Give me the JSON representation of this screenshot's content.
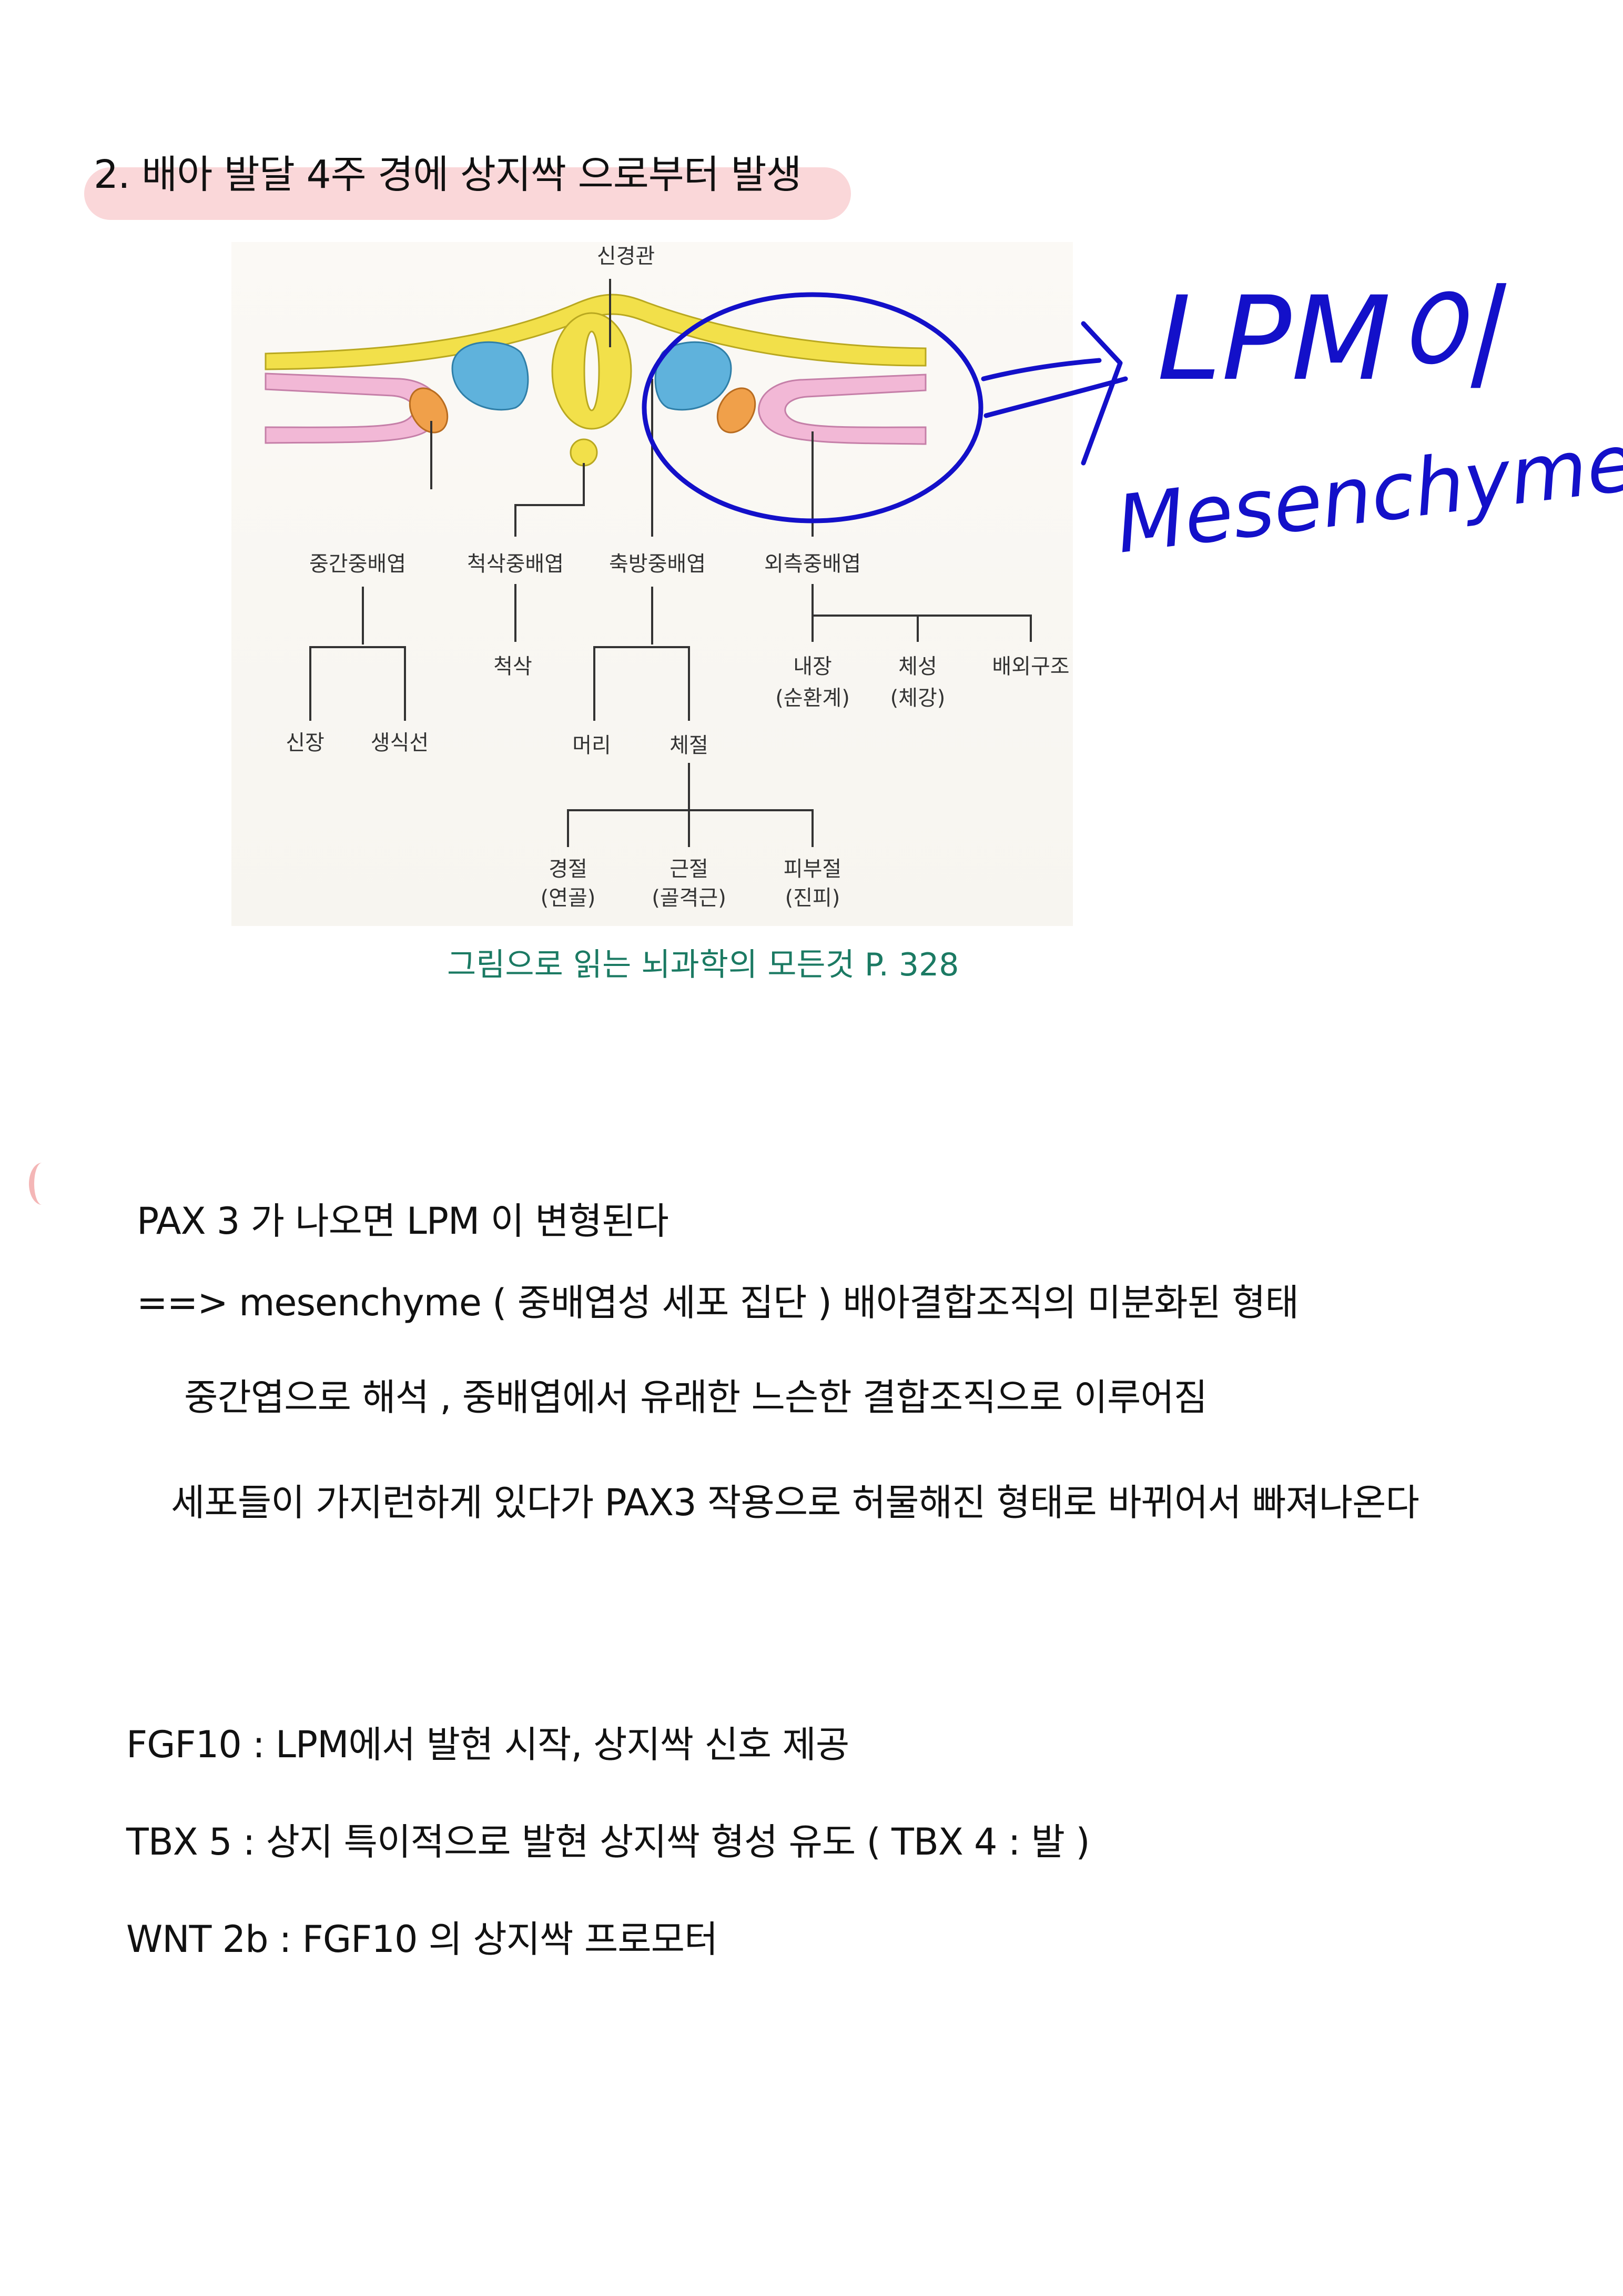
{
  "heading": "2.  배아 발달 4주 경에  상지싹 으로부터 발생",
  "figure": {
    "labels": {
      "neural_tube": "신경관",
      "intermediate_mesoderm": "중간중배엽",
      "notochord_mesoderm": "척삭중배엽",
      "paraxial_mesoderm": "축방중배엽",
      "lateral_mesoderm": "외측중배엽",
      "kidney": "신장",
      "gonad": "생식선",
      "notochord": "척삭",
      "head": "머리",
      "somite": "체절",
      "viscera": "내장",
      "viscera_sub": "(순환계)",
      "body_wall": "체성",
      "body_wall_sub": "(체강)",
      "extraembryonic": "배외구조",
      "sclerotome": "경절",
      "sclerotome_sub": "(연골)",
      "myotome": "근절",
      "myotome_sub": "(골격근)",
      "dermatome": "피부절",
      "dermatome_sub": "(진피)"
    },
    "annotation_line1": "LPM이",
    "annotation_line2": "Mesenchyme",
    "caption": "그림으로 읽는 뇌과학의 모든것 P. 328"
  },
  "body": {
    "line1": "PAX 3 가 나오면 LPM 이 변형된다",
    "line2": "==> mesenchyme ( 중배엽성 세포 집단 ) 배아결합조직의 미분화된 형태",
    "line3": "중간엽으로 해석 , 중배엽에서 유래한  느슨한 결합조직으로 이루어짐",
    "line4": "세포들이 가지런하게 있다가  PAX3 작용으로 허물해진 형태로 바뀌어서 빠져나온다",
    "line5": "FGF10 : LPM에서 발현 시작,  상지싹 신호 제공",
    "line6": "TBX 5 : 상지 특이적으로 발현 상지싹 형성 유도 ( TBX 4 : 발 )",
    "line7": "WNT 2b : FGF10 의 상지싹 프로모터"
  },
  "colors": {
    "highlight": "#f8c9cc",
    "caption": "#1b7a63",
    "ink_blue": "#1310c9",
    "ectoderm_yellow": "#f2e04a",
    "somite_blue": "#5fb2dc",
    "intermediate_orange": "#f0a04a",
    "lateral_pink": "#f2b8d6"
  }
}
